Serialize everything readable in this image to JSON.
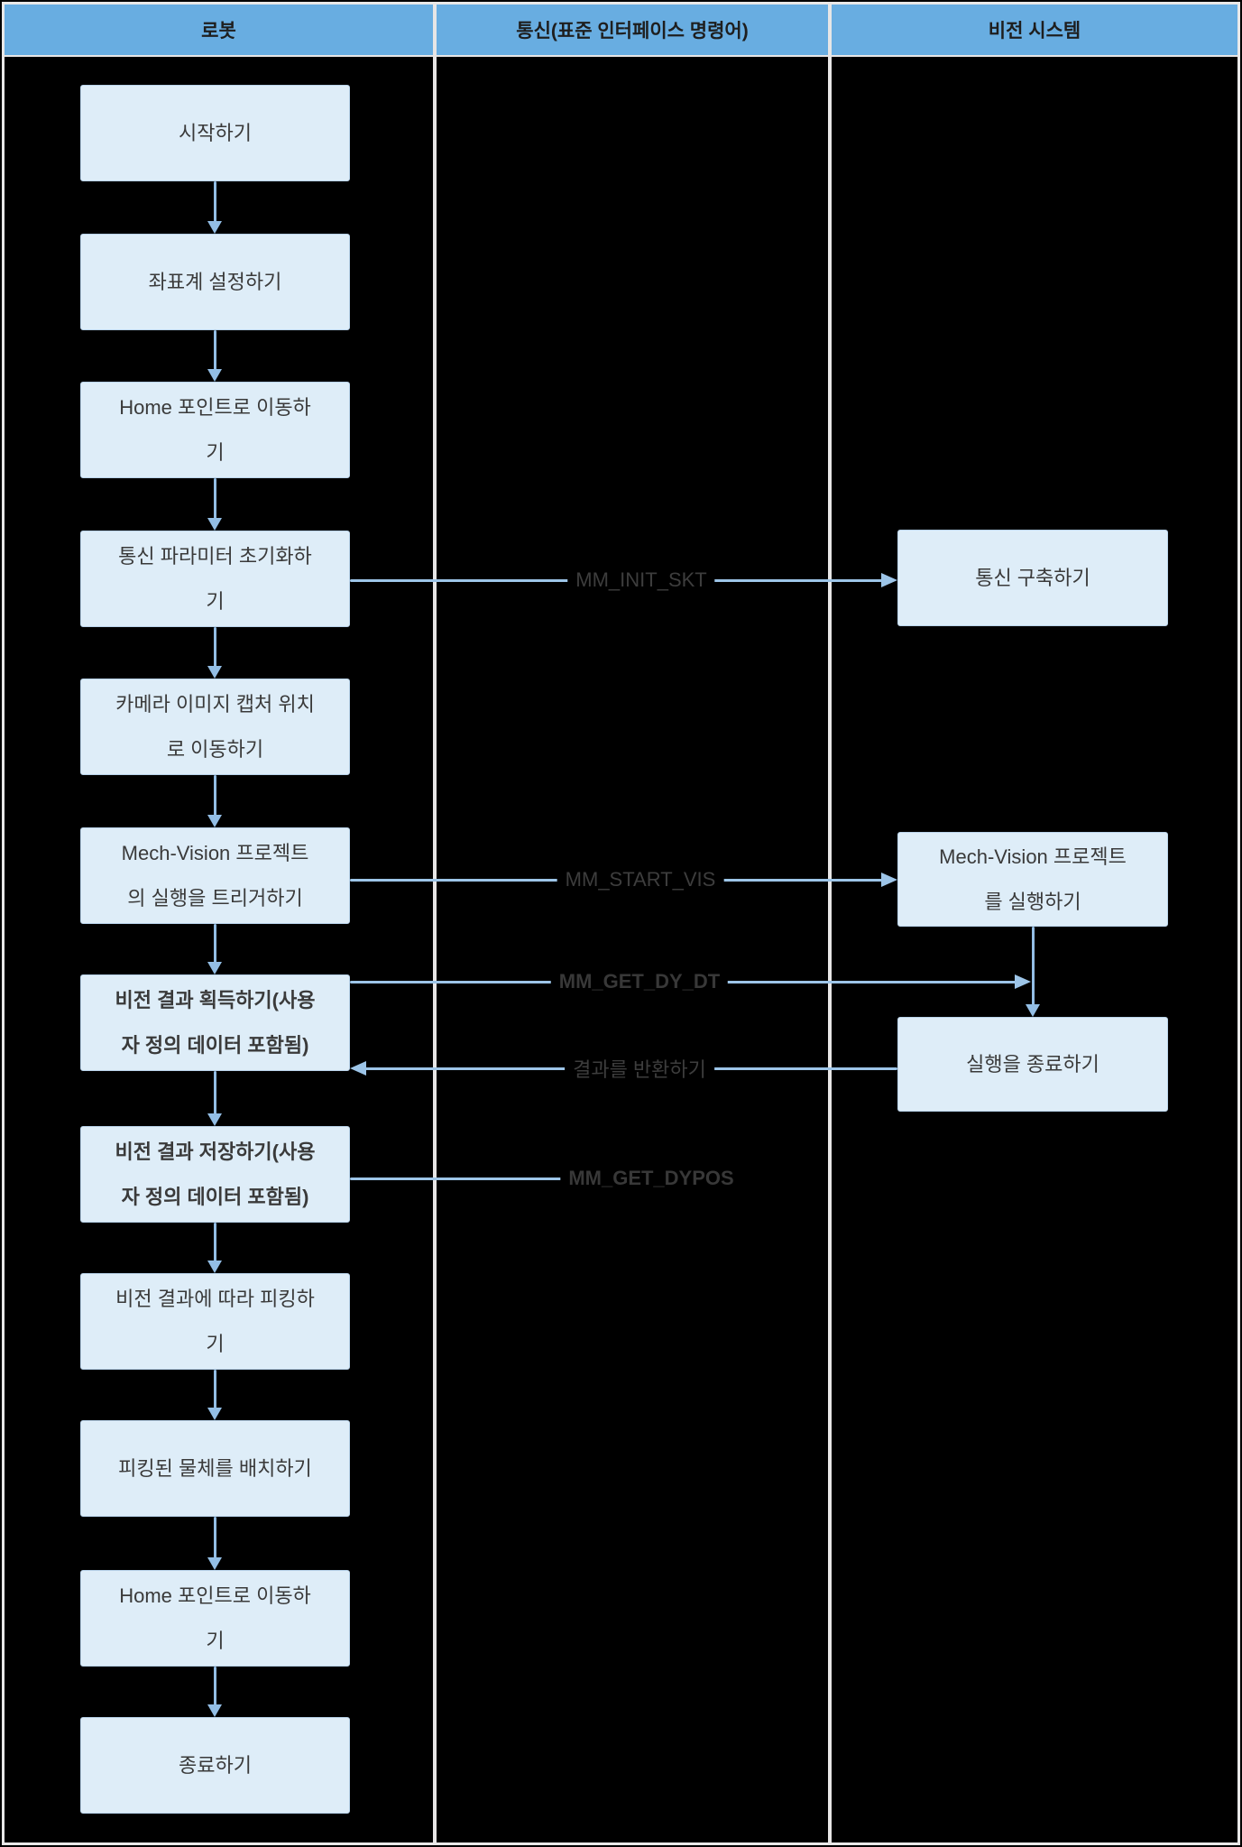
{
  "header": {
    "columns": [
      {
        "label": "로봇"
      },
      {
        "label": "통신(표준 인터페이스 명령어)"
      },
      {
        "label": "비전 시스템"
      }
    ]
  },
  "robot_steps": [
    {
      "label": "시작하기",
      "bold": false
    },
    {
      "label": "좌표계 설정하기",
      "bold": false
    },
    {
      "label": "Home 포인트로 이동하\n기",
      "bold": false
    },
    {
      "label": "통신 파라미터 초기화하\n기",
      "bold": false
    },
    {
      "label": "카메라 이미지 캡처 위치\n로 이동하기",
      "bold": false
    },
    {
      "label": "Mech-Vision 프로젝트\n의 실행을 트리거하기",
      "bold": false
    },
    {
      "label": "비전 결과 획득하기(사용\n자 정의 데이터 포함됨)",
      "bold": true
    },
    {
      "label": "비전 결과 저장하기(사용\n자 정의 데이터 포함됨)",
      "bold": true
    },
    {
      "label": "비전 결과에 따라 피킹하\n기",
      "bold": false
    },
    {
      "label": "피킹된 물체를 배치하기",
      "bold": false
    },
    {
      "label": "Home 포인트로 이동하\n기",
      "bold": false
    },
    {
      "label": "종료하기",
      "bold": false
    }
  ],
  "vision_steps": [
    {
      "label": "통신 구축하기",
      "bold": false
    },
    {
      "label": "Mech-Vision 프로젝트\n를 실행하기",
      "bold": false
    },
    {
      "label": "실행을 종료하기",
      "bold": false
    }
  ],
  "messages": [
    {
      "label": "MM_INIT_SKT",
      "bold": false,
      "direction": "right"
    },
    {
      "label": "MM_START_VIS",
      "bold": false,
      "direction": "right"
    },
    {
      "label": "MM_GET_DY_DT",
      "bold": true,
      "direction": "right"
    },
    {
      "label": "결과를 반환하기",
      "bold": false,
      "direction": "left"
    },
    {
      "label": "MM_GET_DYPOS",
      "bold": true,
      "direction": "none"
    }
  ],
  "colors": {
    "background": "#000000",
    "header_bg": "#68ADE1",
    "box_bg": "#DEEDF8",
    "box_border": "#B9D3EA",
    "arrow": "#9DC5E8",
    "grid_line": "#E7E6E6",
    "box_text": "#3A3A3A",
    "label_text": "#3D3D3D"
  }
}
